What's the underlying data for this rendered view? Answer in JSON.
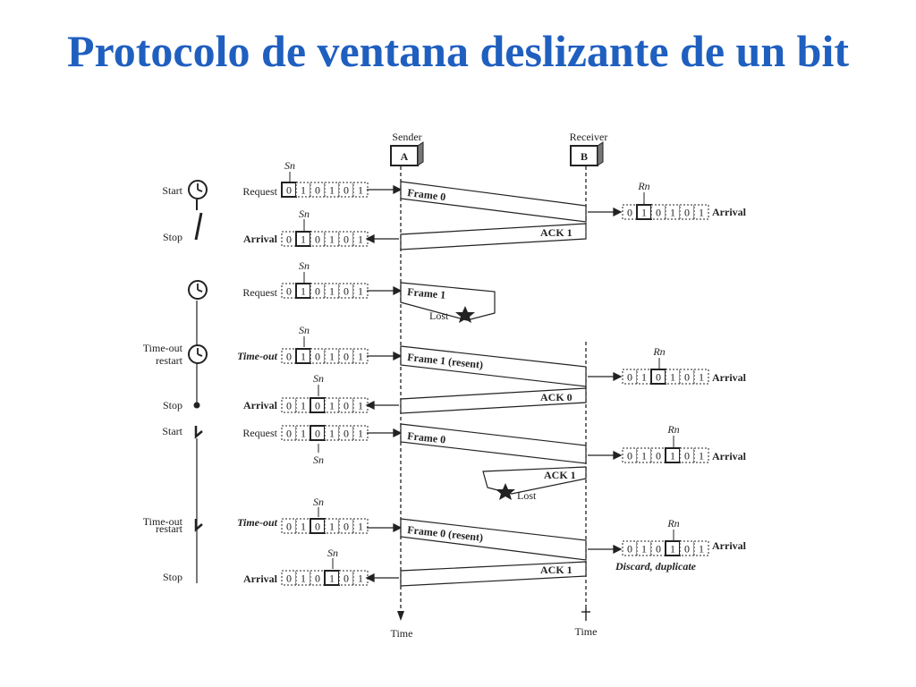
{
  "title": "Protocolo de ventana deslizante de un bit",
  "diagram": {
    "sender_label": "Sender",
    "sender_box": "A",
    "receiver_label": "Receiver",
    "receiver_box": "B",
    "time_label": "Time",
    "time_label_right": "Time",
    "sn": "Sn",
    "rn": "Rn",
    "bits": [
      "0",
      "1",
      "0",
      "1",
      "0",
      "1"
    ],
    "timer_events": {
      "start": "Start",
      "stop": "Stop",
      "timeout": "Time-out",
      "restart": "restart"
    },
    "sender_events": {
      "request": "Request",
      "arrival": "Arrival",
      "timeout": "Time-out"
    },
    "frames": {
      "frame0": "Frame 0",
      "frame1": "Frame 1",
      "frame1_resent": "Frame 1 (resent)",
      "frame0_resent": "Frame 0 (resent)"
    },
    "acks": {
      "ack1": "ACK 1",
      "ack0": "ACK 0"
    },
    "lost": "Lost",
    "receiver_arrival": "Arrival",
    "discard": "Discard, duplicate"
  }
}
